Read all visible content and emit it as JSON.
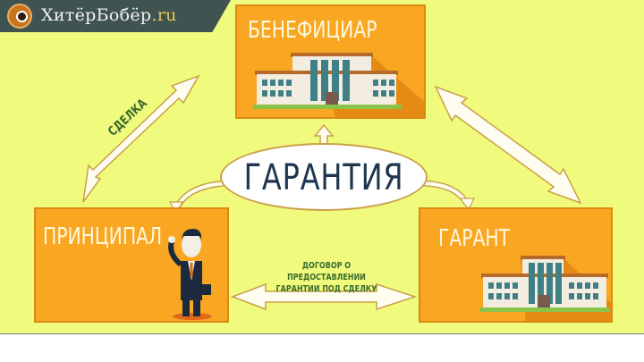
{
  "brand": {
    "name": "ХитёрБобёр",
    "tld": ".ru",
    "icon": "beaver-logo-icon"
  },
  "diagram": {
    "title": "ГАРАНТИЯ",
    "nodes": [
      {
        "id": "beneficiary",
        "label": "БЕНЕФИЦИАР",
        "icon": "building-icon"
      },
      {
        "id": "principal",
        "label": "ПРИНЦИПАЛ",
        "icon": "businessman-icon"
      },
      {
        "id": "guarantor",
        "label": "ГАРАНТ",
        "icon": "building-icon"
      }
    ],
    "edges": [
      {
        "from": "principal",
        "to": "beneficiary",
        "label": "СДЕЛКА",
        "type": "bidirectional"
      },
      {
        "from": "guarantor",
        "to": "beneficiary",
        "label": "",
        "type": "bidirectional"
      },
      {
        "from": "principal",
        "to": "guarantor",
        "label": "ДОГОВОР О ПРЕДОСТАВЛЕНИИ ГАРАНТИИ ПОД СДЕЛКУ",
        "type": "bidirectional"
      },
      {
        "from": "guarantee",
        "to": "beneficiary",
        "label": "",
        "type": "directed"
      },
      {
        "from": "guarantee",
        "to": "principal",
        "label": "",
        "type": "directed"
      },
      {
        "from": "guarantee",
        "to": "guarantor",
        "label": "",
        "type": "directed"
      }
    ],
    "contract_line1": "ДОГОВОР О ПРЕДОСТАВЛЕНИИ",
    "contract_line2": "ГАРАНТИИ ПОД СДЕЛКУ",
    "deal_label": "СДЕЛКА"
  },
  "colors": {
    "background": "#f0fb7e",
    "box": "#f9a623",
    "box_border": "#d98a12",
    "title_text": "#1f3550",
    "green_text": "#3a6a2e",
    "logo_bar": "#3f5351"
  }
}
